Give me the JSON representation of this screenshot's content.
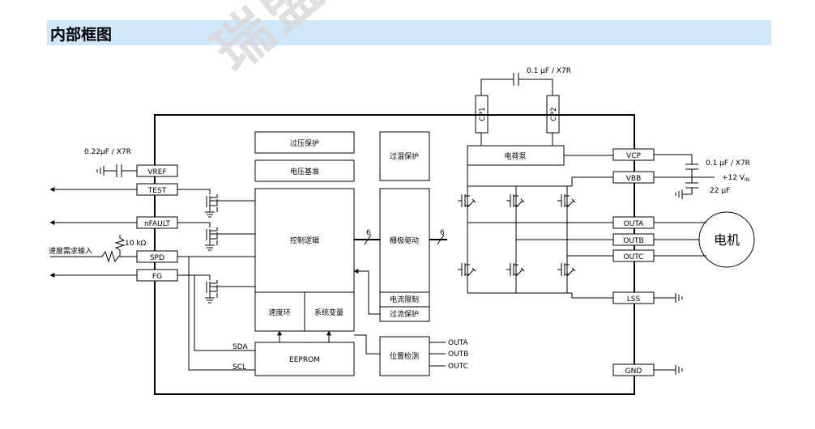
{
  "header": {
    "title": "内部框图"
  },
  "watermark": "瑞盟",
  "caps": {
    "cp": "0.1 μF / X7R",
    "vref": "0.22μF / X7R",
    "vcp": "0.1 μF / X7R",
    "vbb": "22 μF"
  },
  "supply": {
    "label": "+12 V",
    "sub": "IN"
  },
  "resistor": "10 kΩ",
  "speed_input": "速度需求输入",
  "pins_left": {
    "vref": "VREF",
    "test": "TEST",
    "nfault": "nFAULT",
    "spd": "SPD",
    "fg": "FG"
  },
  "pins_right": {
    "vcp": "VCP",
    "vbb": "VBB",
    "outa": "OUTA",
    "outb": "OUTB",
    "outc": "OUTC",
    "lss": "LSS",
    "gnd": "GND"
  },
  "pumps": {
    "cp1": "CP1",
    "cp2": "CP2"
  },
  "blocks": {
    "ovp": "过压保护",
    "vref_blk": "电压基准",
    "logic": "控制逻辑",
    "speed_loop": "速度环",
    "sys_vars": "系统变量",
    "eeprom": "EEPROM",
    "otp": "过温保护",
    "gate": "栅极驱动",
    "cur_limit": "电流限制",
    "ocp": "过流保护",
    "pos": "位置检测",
    "charge_pump": "电荷泵"
  },
  "bus": {
    "n1": "6",
    "n2": "6"
  },
  "i2c": {
    "sda": "SDA",
    "scl": "SCL"
  },
  "pos_inputs": {
    "a": "OUTA",
    "b": "OUTB",
    "c": "OUTC"
  },
  "motor": "电机"
}
